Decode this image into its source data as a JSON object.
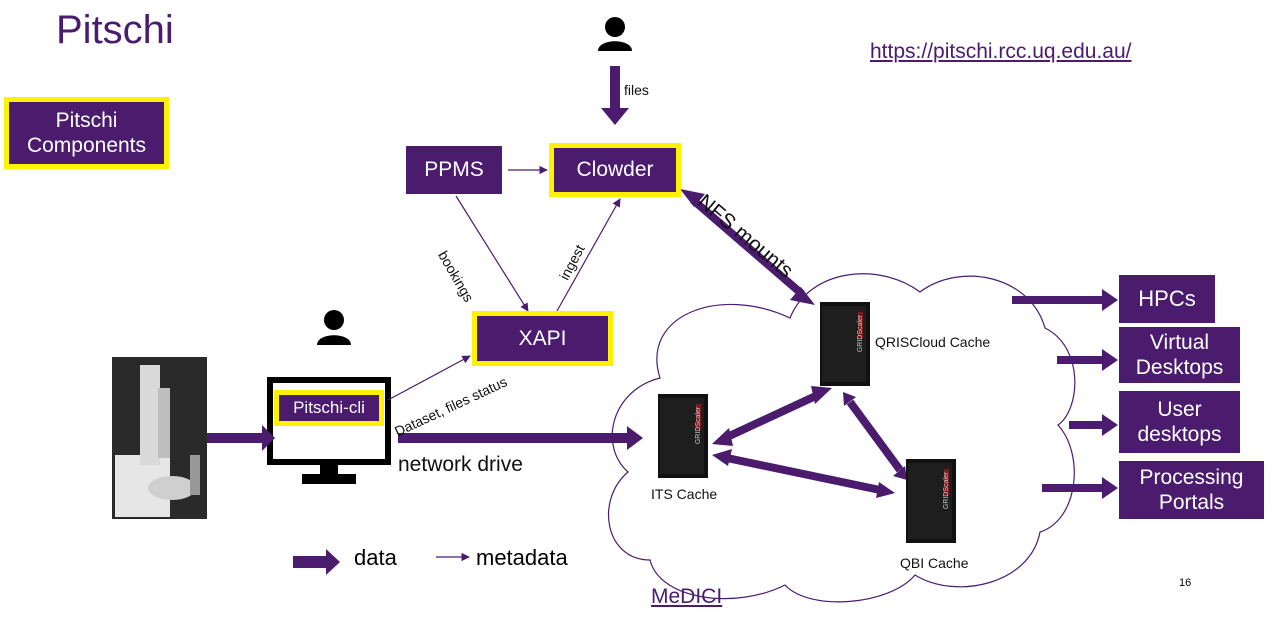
{
  "title": "Pitschi",
  "url": "https://pitschi.rcc.uq.edu.au/",
  "components_box": "Pitschi Components",
  "nodes": {
    "ppms": "PPMS",
    "clowder": "Clowder",
    "xapi": "XAPI",
    "pitschi_cli": "Pitschi-cli",
    "hpcs": "HPCs",
    "virtual_desktops": "Virtual Desktops",
    "user_desktops": "User desktops",
    "processing_portals": "Processing Portals"
  },
  "edge_labels": {
    "files": "files",
    "bookings": "bookings",
    "ingest": "ingest",
    "nfs_mounts": "NFS mounts",
    "dataset_status": "Dataset, files status",
    "network_drive": "network drive"
  },
  "caches": {
    "qriscloud": "QRISCloud Cache",
    "its": "ITS Cache",
    "qbi": "QBI Cache"
  },
  "server_brand": "GRIDScaler",
  "legend": {
    "data": "data",
    "metadata": "metadata"
  },
  "medici": "MeDICI",
  "page_number": "16",
  "colors": {
    "brand_purple": "#4B1C6E",
    "highlight_yellow": "#FFF200"
  },
  "icons": [
    "person-icon",
    "monitor-icon",
    "microscope-image",
    "server-rack-icon",
    "cloud-shape"
  ]
}
